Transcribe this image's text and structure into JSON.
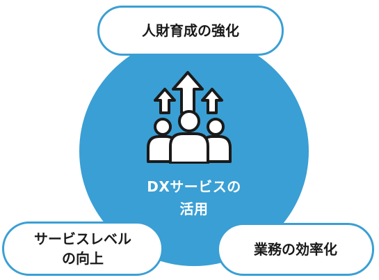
{
  "diagram": {
    "center": {
      "line1": "DXサービスの",
      "line2": "活用",
      "icon": "team-growth-arrows-icon"
    },
    "nodes": {
      "top": {
        "line1": "人財育成の強化"
      },
      "left": {
        "line1": "サービスレベル",
        "line2": "の向上"
      },
      "right": {
        "line1": "業務の効率化"
      }
    },
    "colors": {
      "accent": "#3a9fd4",
      "text": "#1a1a1a",
      "background": "#ffffff"
    }
  }
}
